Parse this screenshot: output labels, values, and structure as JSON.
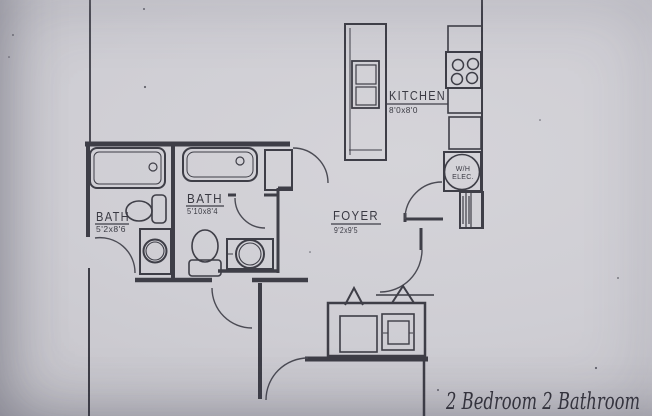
{
  "plan": {
    "rooms": {
      "kitchen": {
        "name": "KITCHEN",
        "dims": "8'0x8'0"
      },
      "foyer": {
        "name": "FOYER",
        "dims": "9'2x9'5"
      },
      "bath_main": {
        "name": "BATH",
        "dims": "5'10x8'4"
      },
      "bath_second": {
        "name": "BATH",
        "dims": "5'2x8'6"
      },
      "utility": {
        "line1": "W/H",
        "line2": "ELEC."
      }
    },
    "caption": "2 Bedroom 2 Bathroom",
    "colors": {
      "paper": "#cfced4",
      "ink": "#3e3e47",
      "caption_ink": "#34333c"
    }
  }
}
